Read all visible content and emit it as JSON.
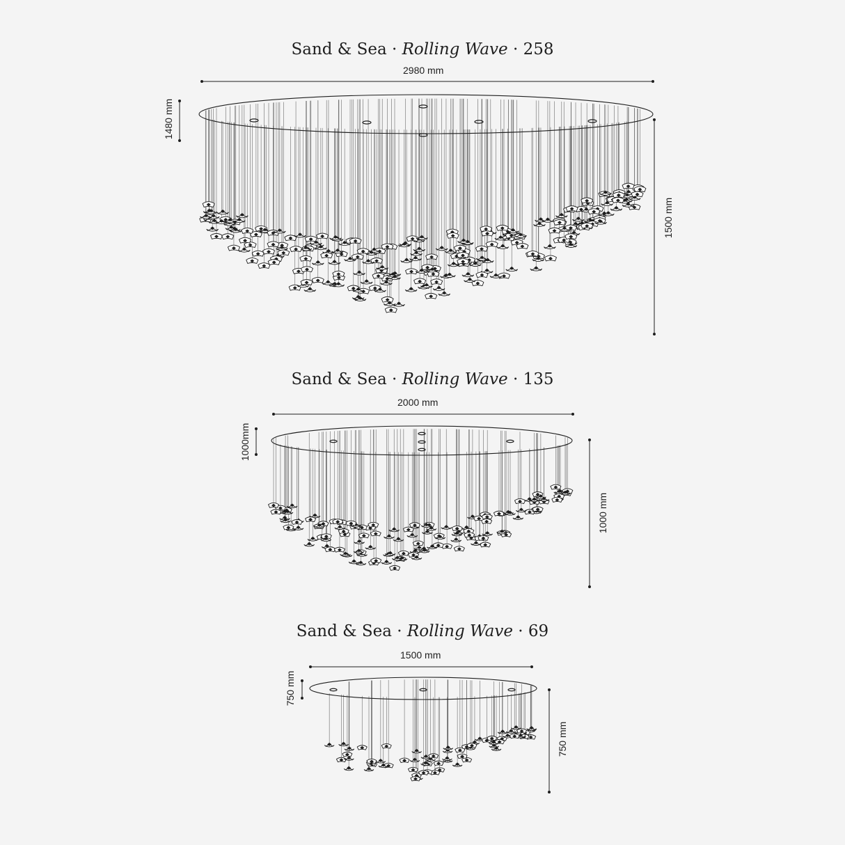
{
  "variants": [
    {
      "brand": "Sand & Sea",
      "sep1": "·",
      "model": "Rolling Wave",
      "sep2": "·",
      "count": "258",
      "width_label": "2980 mm",
      "canopy_height_label": "1480 mm",
      "total_height_label": "1500 mm"
    },
    {
      "brand": "Sand & Sea",
      "sep1": "·",
      "model": "Rolling Wave",
      "sep2": "·",
      "count": "135",
      "width_label": "2000 mm",
      "canopy_height_label": "1000mm",
      "total_height_label": "1000 mm"
    },
    {
      "brand": "Sand & Sea",
      "sep1": "·",
      "model": "Rolling Wave",
      "sep2": "·",
      "count": "69",
      "width_label": "1500 mm",
      "canopy_height_label": "750 mm",
      "total_height_label": "750 mm"
    }
  ],
  "colors": {
    "background": "#f4f4f4",
    "ink": "#1e1e1e",
    "wire": "#6a6a6a"
  }
}
